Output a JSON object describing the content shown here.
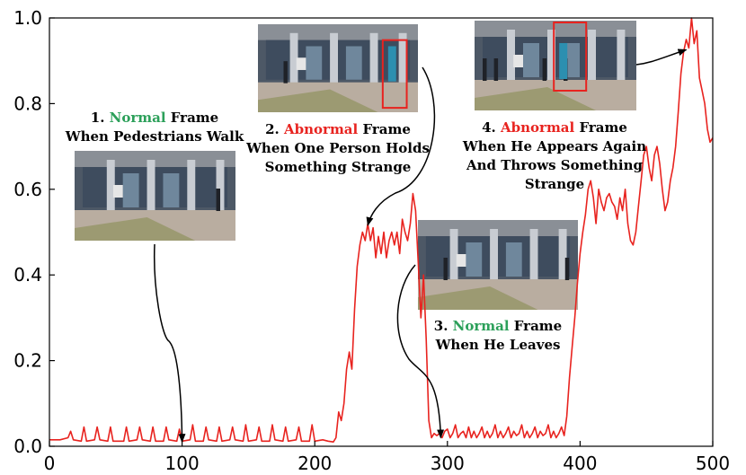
{
  "chart_data": {
    "type": "line",
    "title": "",
    "xlabel": "",
    "ylabel": "",
    "xlim": [
      0,
      500
    ],
    "ylim": [
      0,
      1.0
    ],
    "x_ticks": [
      "0",
      "100",
      "200",
      "300",
      "400",
      "500"
    ],
    "y_ticks": [
      "0.0",
      "0.2",
      "0.4",
      "0.6",
      "0.8",
      "1.0"
    ],
    "grid": false,
    "series": [
      {
        "color": "#e8231f",
        "points": [
          [
            0,
            0.015
          ],
          [
            8,
            0.015
          ],
          [
            14,
            0.02
          ],
          [
            16,
            0.035
          ],
          [
            18,
            0.015
          ],
          [
            24,
            0.012
          ],
          [
            26,
            0.045
          ],
          [
            28,
            0.012
          ],
          [
            34,
            0.015
          ],
          [
            36,
            0.045
          ],
          [
            38,
            0.015
          ],
          [
            44,
            0.012
          ],
          [
            46,
            0.045
          ],
          [
            48,
            0.012
          ],
          [
            56,
            0.012
          ],
          [
            58,
            0.045
          ],
          [
            60,
            0.012
          ],
          [
            66,
            0.015
          ],
          [
            68,
            0.045
          ],
          [
            70,
            0.015
          ],
          [
            76,
            0.012
          ],
          [
            78,
            0.045
          ],
          [
            80,
            0.012
          ],
          [
            86,
            0.012
          ],
          [
            88,
            0.045
          ],
          [
            90,
            0.015
          ],
          [
            96,
            0.012
          ],
          [
            98,
            0.04
          ],
          [
            100,
            0.012
          ],
          [
            106,
            0.015
          ],
          [
            108,
            0.05
          ],
          [
            110,
            0.012
          ],
          [
            116,
            0.012
          ],
          [
            118,
            0.045
          ],
          [
            120,
            0.015
          ],
          [
            126,
            0.012
          ],
          [
            128,
            0.045
          ],
          [
            130,
            0.012
          ],
          [
            136,
            0.015
          ],
          [
            138,
            0.045
          ],
          [
            140,
            0.015
          ],
          [
            146,
            0.012
          ],
          [
            148,
            0.05
          ],
          [
            150,
            0.012
          ],
          [
            156,
            0.015
          ],
          [
            158,
            0.045
          ],
          [
            160,
            0.012
          ],
          [
            166,
            0.012
          ],
          [
            168,
            0.05
          ],
          [
            170,
            0.015
          ],
          [
            176,
            0.012
          ],
          [
            178,
            0.045
          ],
          [
            180,
            0.012
          ],
          [
            186,
            0.015
          ],
          [
            188,
            0.045
          ],
          [
            190,
            0.012
          ],
          [
            196,
            0.012
          ],
          [
            198,
            0.05
          ],
          [
            200,
            0.012
          ],
          [
            206,
            0.015
          ],
          [
            210,
            0.012
          ],
          [
            214,
            0.01
          ],
          [
            216,
            0.02
          ],
          [
            218,
            0.08
          ],
          [
            220,
            0.06
          ],
          [
            222,
            0.1
          ],
          [
            224,
            0.18
          ],
          [
            226,
            0.22
          ],
          [
            228,
            0.18
          ],
          [
            230,
            0.32
          ],
          [
            232,
            0.42
          ],
          [
            234,
            0.47
          ],
          [
            236,
            0.5
          ],
          [
            238,
            0.48
          ],
          [
            240,
            0.52
          ],
          [
            242,
            0.48
          ],
          [
            244,
            0.51
          ],
          [
            246,
            0.44
          ],
          [
            248,
            0.49
          ],
          [
            250,
            0.45
          ],
          [
            252,
            0.5
          ],
          [
            254,
            0.44
          ],
          [
            256,
            0.48
          ],
          [
            258,
            0.5
          ],
          [
            260,
            0.47
          ],
          [
            262,
            0.5
          ],
          [
            264,
            0.45
          ],
          [
            266,
            0.53
          ],
          [
            268,
            0.5
          ],
          [
            270,
            0.48
          ],
          [
            272,
            0.52
          ],
          [
            274,
            0.59
          ],
          [
            276,
            0.55
          ],
          [
            278,
            0.43
          ],
          [
            280,
            0.3
          ],
          [
            281,
            0.35
          ],
          [
            282,
            0.4
          ],
          [
            284,
            0.25
          ],
          [
            286,
            0.06
          ],
          [
            288,
            0.02
          ],
          [
            290,
            0.03
          ],
          [
            292,
            0.025
          ],
          [
            294,
            0.03
          ],
          [
            296,
            0.02
          ],
          [
            298,
            0.035
          ],
          [
            300,
            0.04
          ],
          [
            302,
            0.02
          ],
          [
            304,
            0.03
          ],
          [
            306,
            0.05
          ],
          [
            308,
            0.02
          ],
          [
            310,
            0.03
          ],
          [
            312,
            0.035
          ],
          [
            314,
            0.02
          ],
          [
            316,
            0.045
          ],
          [
            318,
            0.02
          ],
          [
            320,
            0.035
          ],
          [
            322,
            0.02
          ],
          [
            324,
            0.03
          ],
          [
            326,
            0.045
          ],
          [
            328,
            0.02
          ],
          [
            330,
            0.035
          ],
          [
            332,
            0.02
          ],
          [
            334,
            0.03
          ],
          [
            336,
            0.05
          ],
          [
            338,
            0.02
          ],
          [
            340,
            0.035
          ],
          [
            342,
            0.02
          ],
          [
            344,
            0.03
          ],
          [
            346,
            0.045
          ],
          [
            348,
            0.02
          ],
          [
            350,
            0.035
          ],
          [
            352,
            0.025
          ],
          [
            354,
            0.03
          ],
          [
            356,
            0.05
          ],
          [
            358,
            0.02
          ],
          [
            360,
            0.035
          ],
          [
            362,
            0.02
          ],
          [
            364,
            0.03
          ],
          [
            366,
            0.045
          ],
          [
            368,
            0.02
          ],
          [
            370,
            0.035
          ],
          [
            372,
            0.025
          ],
          [
            374,
            0.03
          ],
          [
            376,
            0.05
          ],
          [
            378,
            0.02
          ],
          [
            380,
            0.035
          ],
          [
            382,
            0.02
          ],
          [
            384,
            0.03
          ],
          [
            386,
            0.045
          ],
          [
            388,
            0.025
          ],
          [
            390,
            0.07
          ],
          [
            392,
            0.16
          ],
          [
            394,
            0.23
          ],
          [
            396,
            0.3
          ],
          [
            398,
            0.38
          ],
          [
            400,
            0.45
          ],
          [
            402,
            0.5
          ],
          [
            404,
            0.54
          ],
          [
            406,
            0.6
          ],
          [
            408,
            0.62
          ],
          [
            410,
            0.58
          ],
          [
            412,
            0.52
          ],
          [
            414,
            0.6
          ],
          [
            416,
            0.57
          ],
          [
            418,
            0.55
          ],
          [
            420,
            0.58
          ],
          [
            422,
            0.59
          ],
          [
            424,
            0.57
          ],
          [
            426,
            0.56
          ],
          [
            428,
            0.53
          ],
          [
            430,
            0.58
          ],
          [
            432,
            0.55
          ],
          [
            434,
            0.6
          ],
          [
            436,
            0.52
          ],
          [
            438,
            0.48
          ],
          [
            440,
            0.47
          ],
          [
            442,
            0.5
          ],
          [
            444,
            0.56
          ],
          [
            446,
            0.62
          ],
          [
            448,
            0.68
          ],
          [
            450,
            0.7
          ],
          [
            452,
            0.65
          ],
          [
            454,
            0.62
          ],
          [
            456,
            0.68
          ],
          [
            458,
            0.7
          ],
          [
            460,
            0.66
          ],
          [
            462,
            0.6
          ],
          [
            464,
            0.55
          ],
          [
            466,
            0.57
          ],
          [
            468,
            0.62
          ],
          [
            470,
            0.65
          ],
          [
            472,
            0.7
          ],
          [
            474,
            0.78
          ],
          [
            476,
            0.87
          ],
          [
            478,
            0.92
          ],
          [
            480,
            0.95
          ],
          [
            482,
            0.93
          ],
          [
            484,
            1.0
          ],
          [
            486,
            0.94
          ],
          [
            488,
            0.97
          ],
          [
            490,
            0.86
          ],
          [
            492,
            0.83
          ],
          [
            494,
            0.8
          ],
          [
            496,
            0.74
          ],
          [
            498,
            0.71
          ],
          [
            500,
            0.72
          ]
        ]
      }
    ],
    "annotations": [
      {
        "lines": [
          {
            "parts": [
              {
                "text": "1. ",
                "color": "#000000"
              },
              {
                "text": "Normal",
                "color": "#2ca05a"
              },
              {
                "text": " Frame",
                "color": "#000000"
              }
            ]
          },
          {
            "parts": [
              {
                "text": "When Pedestrians Walk",
                "color": "#000000"
              }
            ]
          }
        ],
        "points_to": [
          100,
          0.01
        ]
      },
      {
        "lines": [
          {
            "parts": [
              {
                "text": "2. ",
                "color": "#000000"
              },
              {
                "text": "Abnormal",
                "color": "#e8231f"
              },
              {
                "text": " Frame",
                "color": "#000000"
              }
            ]
          },
          {
            "parts": [
              {
                "text": "When One Person Holds",
                "color": "#000000"
              }
            ]
          },
          {
            "parts": [
              {
                "text": "Something Strange",
                "color": "#000000"
              }
            ]
          }
        ],
        "points_to": [
          240,
          0.52
        ]
      },
      {
        "lines": [
          {
            "parts": [
              {
                "text": "3. ",
                "color": "#000000"
              },
              {
                "text": "Normal",
                "color": "#2ca05a"
              },
              {
                "text": " Frame",
                "color": "#000000"
              }
            ]
          },
          {
            "parts": [
              {
                "text": "When He Leaves",
                "color": "#000000"
              }
            ]
          }
        ],
        "points_to": [
          295,
          0.02
        ]
      },
      {
        "lines": [
          {
            "parts": [
              {
                "text": "4. ",
                "color": "#000000"
              },
              {
                "text": "Abnormal",
                "color": "#e8231f"
              },
              {
                "text": " Frame",
                "color": "#000000"
              }
            ]
          },
          {
            "parts": [
              {
                "text": "When He Appears Again",
                "color": "#000000"
              }
            ]
          },
          {
            "parts": [
              {
                "text": "And Throws Something",
                "color": "#000000"
              }
            ]
          },
          {
            "parts": [
              {
                "text": "Strange",
                "color": "#000000"
              }
            ]
          }
        ],
        "points_to": [
          480,
          0.93
        ]
      }
    ]
  }
}
